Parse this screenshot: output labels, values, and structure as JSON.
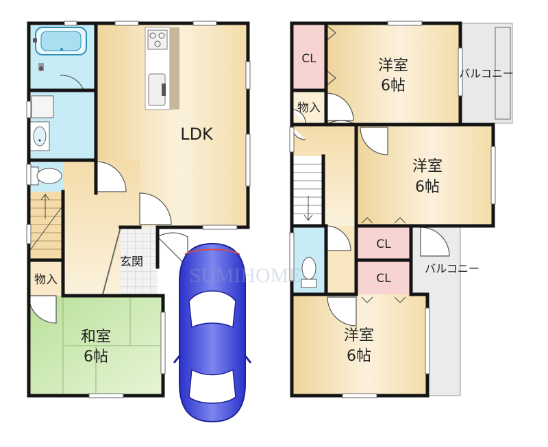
{
  "floor1": {
    "ldk": "LDK",
    "genkan": "玄関",
    "storage": "物入",
    "washitsu": {
      "name": "和室",
      "size": "6帖"
    }
  },
  "floor2": {
    "room_top": {
      "name": "洋室",
      "size": "6帖"
    },
    "room_mid": {
      "name": "洋室",
      "size": "6帖"
    },
    "room_bottom": {
      "name": "洋室",
      "size": "6帖"
    },
    "closet_top": "CL",
    "closet_mid": "CL",
    "closet_low": "CL",
    "storage": "物入",
    "balcony_top": "バルコニー",
    "balcony_right": "バルコニー"
  },
  "watermark": "SUMIHOME",
  "colors": {
    "wood": "#f2d9a4",
    "wood_light": "#fbf0d6",
    "tatami": "#c5e5a6",
    "water": "#c8ecf6",
    "closet": "#f7d4d2",
    "wall": "#141414",
    "car": "#3d44d6",
    "balcony": "#e4e4e4"
  },
  "icons": [
    "bathtub-icon",
    "sink-icon",
    "toilet-icon",
    "stove-icon",
    "car-icon",
    "stairs-icon"
  ]
}
